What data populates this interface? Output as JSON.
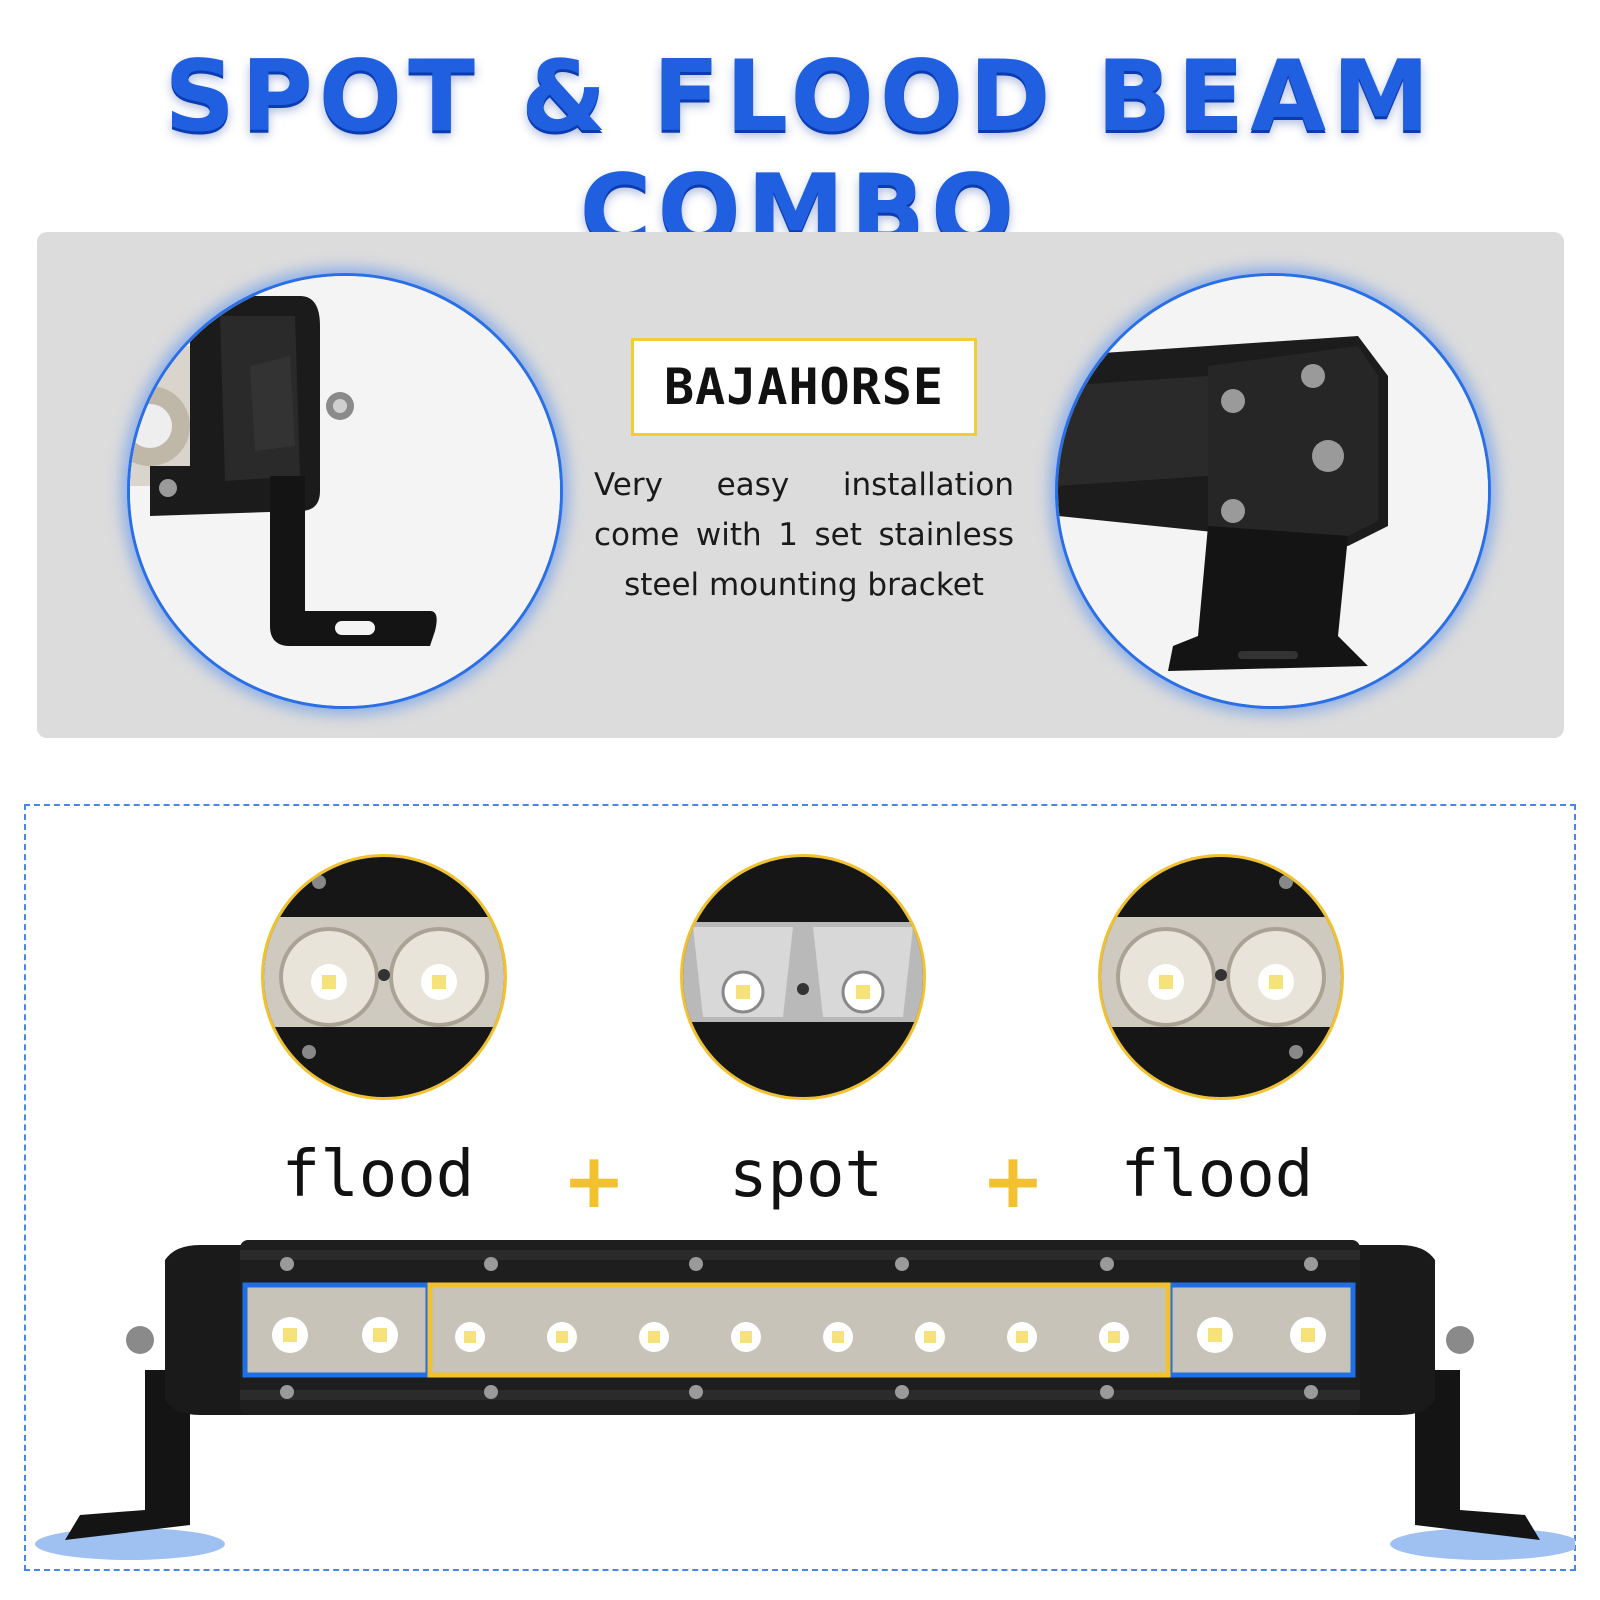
{
  "headline": "SPOT & FLOOD BEAM COMBO",
  "brand": "BAJAHORSE",
  "install_text": "Very easy installation come with 1 set stainless steel mounting bracket",
  "beams": {
    "left": "flood",
    "plus_1": "+",
    "center": "spot",
    "plus_2": "+",
    "right": "flood"
  },
  "colors": {
    "headline_blue": "#1f5fe0",
    "accent_yellow": "#f2c22e",
    "frame_blue": "#2a6fe6",
    "panel_gray": "#dcdcdc"
  }
}
